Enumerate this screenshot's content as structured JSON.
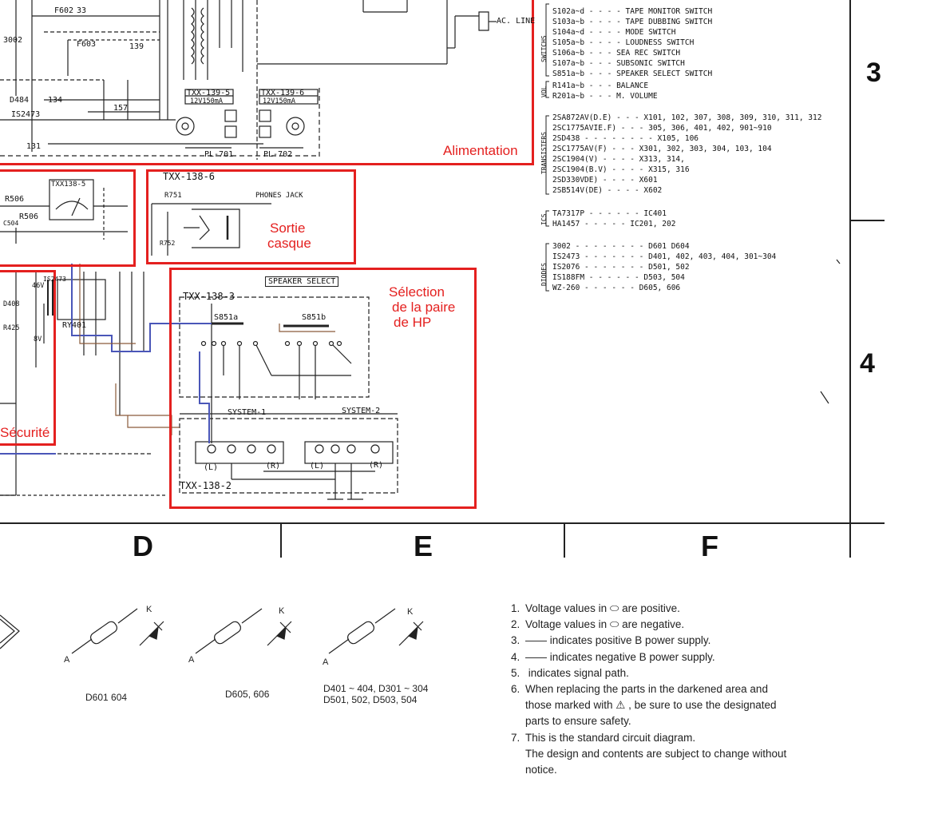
{
  "annotations": {
    "power": "Alimentation",
    "headphones_line1": "Sortie",
    "headphones_line2": "casque",
    "speaker_pair_line1": "Sélection",
    "speaker_pair_line2": "de la paire",
    "speaker_pair_line3": "de HP",
    "safety": "Sécurité"
  },
  "grid": {
    "row_3": "3",
    "row_4": "4",
    "col_d": "D",
    "col_e": "E",
    "col_f": "F"
  },
  "schematic_labels": {
    "f602": "F602",
    "f603": "F603",
    "n33": "33",
    "n139": "139",
    "n134": "134",
    "n157": "157",
    "n131": "131",
    "d3002": "3002",
    "d484": "D484",
    "is2473": "IS2473",
    "ac_line": "AC. LINE",
    "txx139_5": "TXX-139-5",
    "txx139_6": "TXX-139-6",
    "lamp1_rating": "12V150mA",
    "lamp2_rating": "12V150mA",
    "pl701": "PL-701",
    "pl702": "PL-702",
    "txx138_5": "TXX138-5",
    "r506a": "R506",
    "r506b": "R506",
    "c504": "C504",
    "txx138_6": "TXX-138-6",
    "r751": "R751",
    "phones_jack": "PHONES JACK",
    "r752": "R752",
    "speaker_select": "SPEAKER SELECT",
    "txx138_3": "TXX-138-3",
    "s851a": "S851a",
    "s851b": "S851b",
    "system1": "SYSTEM-1",
    "system2": "SYSTEM-2",
    "l1": "(L)",
    "r1": "(R)",
    "l2": "(L)",
    "r2": "(R)",
    "txx138_2": "TXX-138-2",
    "ry401": "RY401",
    "r425": "R425",
    "d408": "D408",
    "v46": "46V",
    "v8": "8V",
    "is2473b": "IS2473"
  },
  "legend": {
    "switches_group": "SWITCHS",
    "switches": [
      "S102a~d - - - - TAPE MONITOR SWITCH",
      "S103a~b - - - - TAPE DUBBING SWITCH",
      "S104a~d - - - - MODE  SWITCH",
      "S105a~b - - - - LOUDNESS SWITCH",
      "S106a~b - - - SEA REC  SWITCH",
      "S107a~b - - - SUBSONIC   SWITCH",
      "S851a~b - - - SPEAKER SELECT SWITCH"
    ],
    "vol_group": "VOL",
    "vol": [
      "R141a~b - - - BALANCE",
      "R201a~b - - - M. VOLUME"
    ],
    "transistors_group": "TRANSISTERS",
    "transistors": [
      "2SA872AV(D.E) - - - X101, 102, 307, 308, 309, 310, 311, 312",
      "2SC1775AVIE.F) - - -              305, 306, 401, 402, 901~910",
      "2SD438 - - - - - - - - X105, 106",
      "2SC1775AV(F) - - - X301, 302, 303, 304, 103, 104",
      "2SC1904(V) - - - - X313, 314,",
      "2SC1904(B.V) - - - - X315, 316",
      "2SD330VDE) - - - - X601",
      "2SB514V(DE) - - - - X602"
    ],
    "ics_group": "ICS",
    "ics": [
      "TA7317P - - - - - - IC401",
      "HA1457  - - - - - IC201, 202"
    ],
    "diodes_group": "DIODES",
    "diodes": [
      "3002 - - - - - - - - D601  D604",
      "IS2473 - - - - - - - D401, 402, 403, 404, 301~304",
      "IS2076 - - - - - - - D501, 502",
      "IS188FM - - - - - - D503, 504",
      "WZ-260 - - - - - - D605, 606"
    ]
  },
  "notes": [
    {
      "n": "1.",
      "text": "Voltage values in ⬭ are positive."
    },
    {
      "n": "2.",
      "text": "Voltage values in ⬭ are negative."
    },
    {
      "n": "3.",
      "text": "—— indicates positive B power supply."
    },
    {
      "n": "4.",
      "text": "—— indicates negative B power supply."
    },
    {
      "n": "5.",
      "text": "       indicates signal path."
    },
    {
      "n": "6.",
      "text": "When  replacing  the  parts  in  the  darkened  area        and"
    },
    {
      "n": "",
      "text": "those  marked  with  ⚠ ,  be  sure  to  use  the  designated"
    },
    {
      "n": "",
      "text": "parts to ensure safety."
    },
    {
      "n": "7.",
      "text": "This is the standard circuit diagram."
    },
    {
      "n": "",
      "text": "The  design  and  contents  are  subject  to  change  without"
    },
    {
      "n": "",
      "text": "notice."
    }
  ],
  "diodes_drawn": {
    "d1_label": "D601  604",
    "d2_label": "D605, 606",
    "d3_label_line1": "D401 ~ 404, D301 ~ 304",
    "d3_label_line2": "D501, 502, D503, 504",
    "anode": "A",
    "cathode": "K"
  },
  "colors": {
    "annotation_red": "#e4201f",
    "signal_path_blue": "#4a56b8",
    "brown_trace": "#8a5a3a"
  }
}
